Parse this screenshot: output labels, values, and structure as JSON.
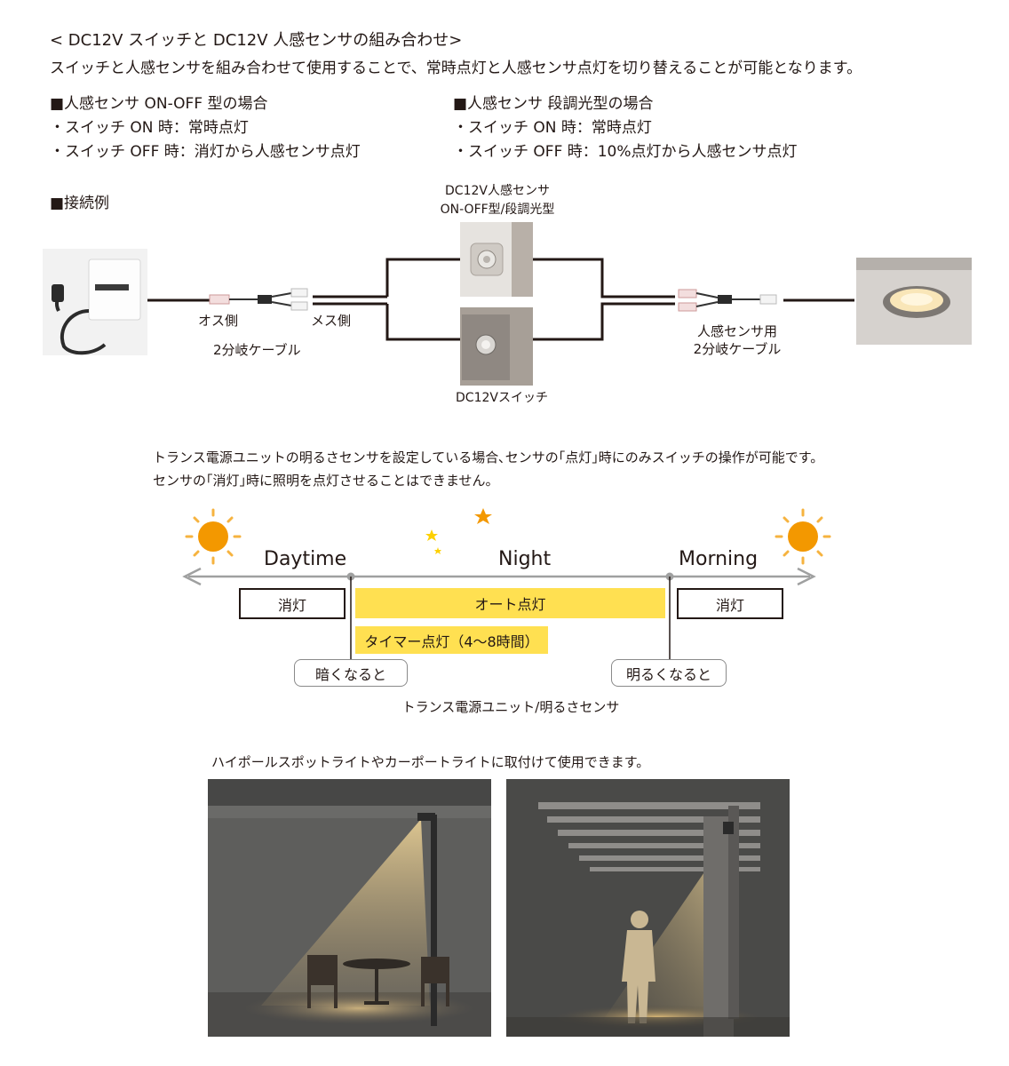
{
  "header": {
    "title": "< DC12V スイッチと DC12V 人感センサの組み合わせ>",
    "intro": "スイッチと人感センサを組み合わせて使用することで、常時点灯と人感センサ点灯を切り替えることが可能となります。"
  },
  "modes": [
    {
      "heading": "■人感センサ ON-OFF 型の場合",
      "lines": [
        "・スイッチ ON 時：常時点灯",
        "・スイッチ OFF 時：消灯から人感センサ点灯"
      ]
    },
    {
      "heading": "■人感センサ 段調光型の場合",
      "lines": [
        "・スイッチ ON 時：常時点灯",
        "・スイッチ OFF 時：10%点灯から人感センサ点灯"
      ]
    }
  ],
  "connection": {
    "heading": "■接続例",
    "sensor_label_1": "DC12V人感センサ",
    "sensor_label_2": "ON-OFF型/段調光型",
    "male_side": "オス側",
    "female_side": "メス側",
    "branch_cable": "2分岐ケーブル",
    "switch_label": "DC12Vスイッチ",
    "sensor_cable_1": "人感センサ用",
    "sensor_cable_2": "2分岐ケーブル"
  },
  "note": {
    "line1": "トランス電源ユニットの明るさセンサを設定している場合､センサの｢点灯｣時にのみスイッチの操作が可能です。",
    "line2": "センサの｢消灯｣時に照明を点灯させることはできません。"
  },
  "timeline": {
    "daytime": "Daytime",
    "night": "Night",
    "morning": "Morning",
    "off_left": "消灯",
    "auto_on": "オート点灯",
    "off_right": "消灯",
    "timer_on": "タイマー点灯（4〜8時間）",
    "when_dark": "暗くなると",
    "when_bright": "明るくなると",
    "sensor_caption": "トランス電源ユニット/明るさセンサ",
    "colors": {
      "sun": "#f39800",
      "sun_rays": "#f6b33f",
      "moon": "#fdd000",
      "bar_yellow": "#ffe051",
      "axis": "#9fa0a0"
    }
  },
  "usage": {
    "caption": "ハイポールスポットライトやカーポートライトに取付けて使用できます。"
  }
}
